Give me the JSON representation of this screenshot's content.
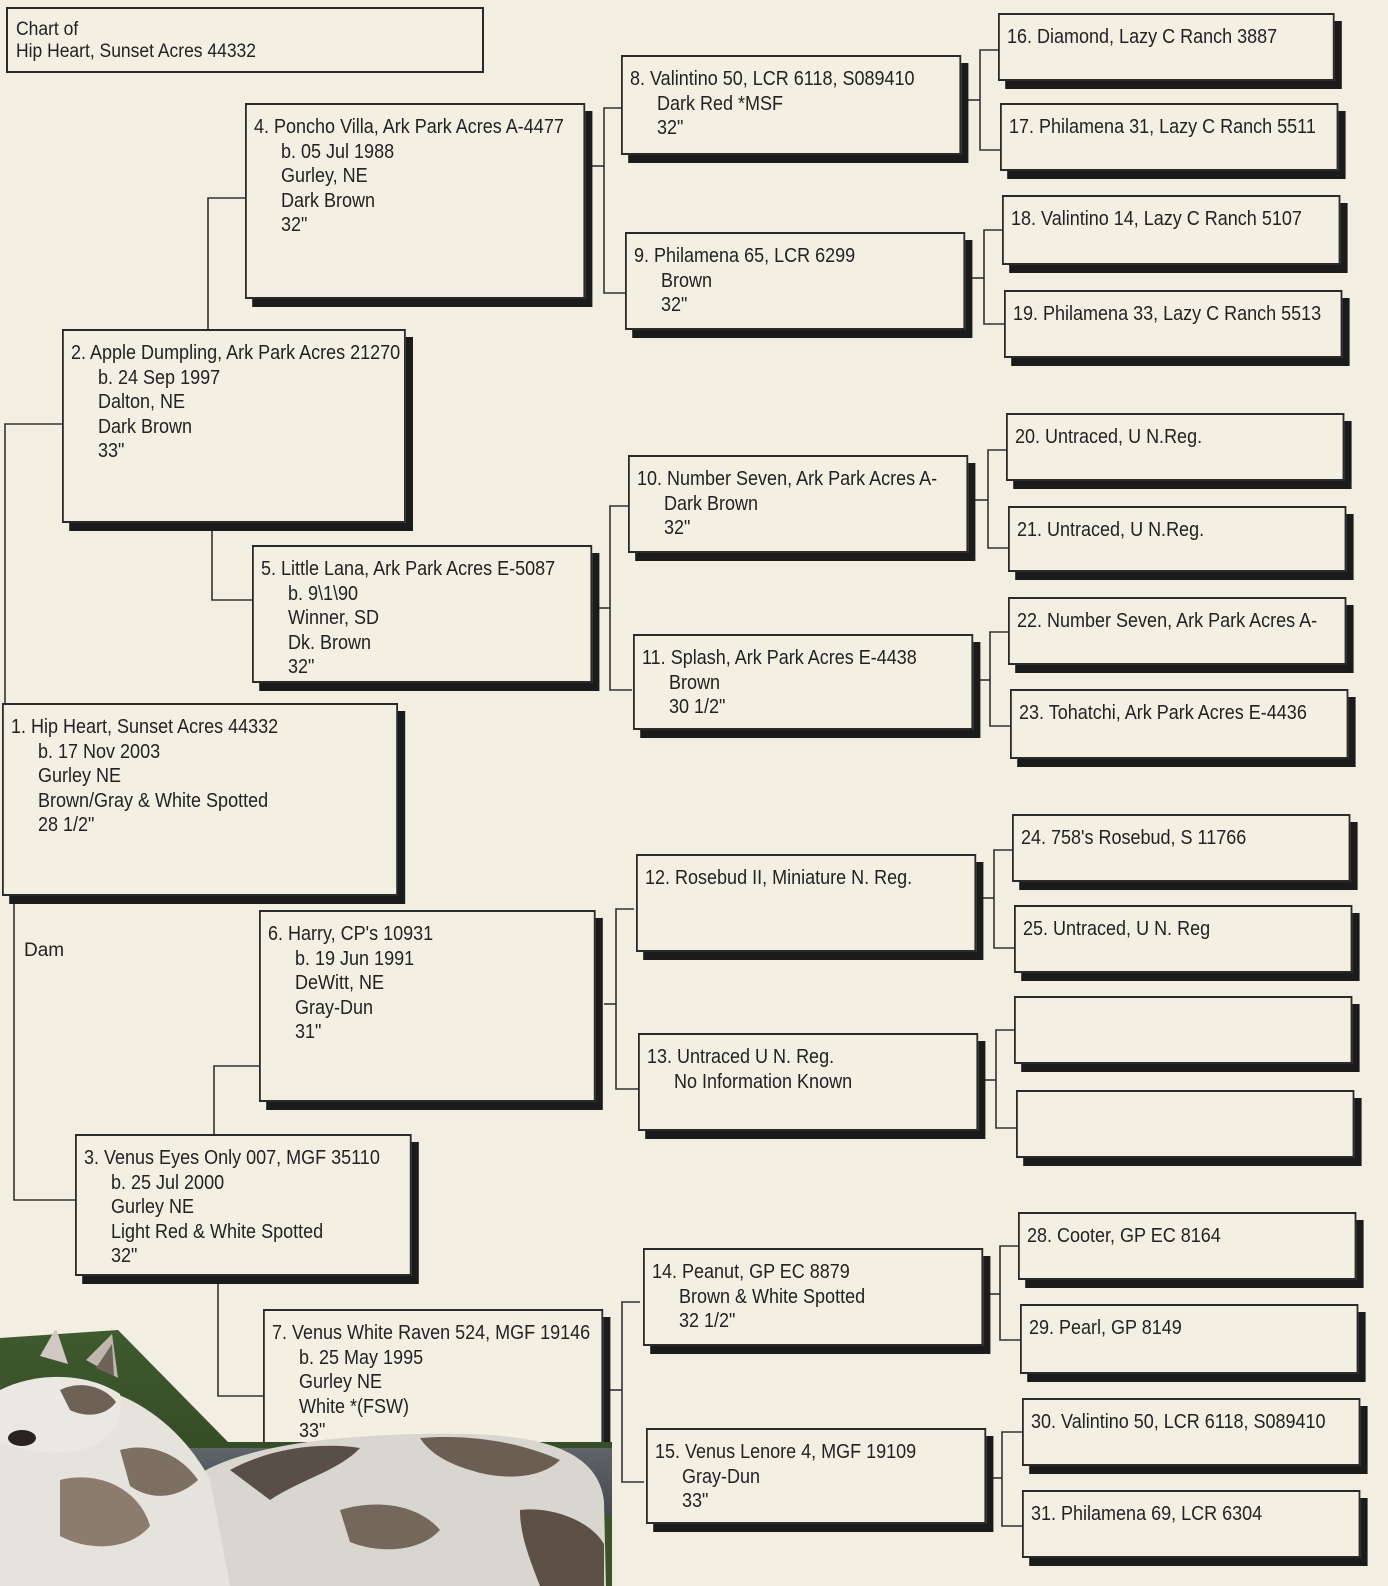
{
  "chart_title": {
    "line1": "Chart of",
    "line2": "Hip Heart, Sunset Acres 44332"
  },
  "dam_label": "Dam",
  "entries": [
    {
      "id": "e1",
      "lines": [
        "1. Hip Heart, Sunset Acres 44332",
        "b. 17 Nov 2003",
        "Gurley NE",
        "Brown/Gray & White Spotted",
        "28 1/2\""
      ]
    },
    {
      "id": "e2",
      "lines": [
        "2. Apple Dumpling, Ark Park Acres 21270",
        "b. 24 Sep 1997",
        "Dalton, NE",
        "Dark Brown",
        "33\""
      ]
    },
    {
      "id": "e3",
      "lines": [
        "3. Venus Eyes Only 007, MGF 35110",
        "b. 25 Jul 2000",
        "Gurley NE",
        "Light Red & White Spotted",
        "32\""
      ]
    },
    {
      "id": "e4",
      "lines": [
        "4. Poncho Villa, Ark Park Acres A-4477",
        "b. 05 Jul 1988",
        "Gurley, NE",
        "Dark Brown",
        "32\""
      ]
    },
    {
      "id": "e5",
      "lines": [
        "5. Little Lana, Ark Park Acres E-5087",
        "b. 9\\1\\90",
        "Winner, SD",
        "Dk. Brown",
        "32\""
      ]
    },
    {
      "id": "e6",
      "lines": [
        "6. Harry, CP's 10931",
        "b. 19 Jun 1991",
        "DeWitt, NE",
        "Gray-Dun",
        "31\""
      ]
    },
    {
      "id": "e7",
      "lines": [
        "7. Venus White Raven 524, MGF 19146",
        "b. 25 May 1995",
        "Gurley NE",
        "White *(FSW)",
        "33\""
      ]
    },
    {
      "id": "e8",
      "lines": [
        "8. Valintino 50, LCR 6118, S089410",
        "Dark Red *MSF",
        "32\""
      ]
    },
    {
      "id": "e9",
      "lines": [
        "9. Philamena 65, LCR 6299",
        "Brown",
        "32\""
      ]
    },
    {
      "id": "e10",
      "lines": [
        "10. Number Seven, Ark Park Acres A-",
        "Dark Brown",
        "32\""
      ]
    },
    {
      "id": "e11",
      "lines": [
        "11. Splash, Ark Park Acres E-4438",
        "Brown",
        "30 1/2\""
      ]
    },
    {
      "id": "e12",
      "lines": [
        "12. Rosebud II, Miniature N. Reg."
      ]
    },
    {
      "id": "e13",
      "lines": [
        "13. Untraced U N. Reg.",
        "No Information Known"
      ]
    },
    {
      "id": "e14",
      "lines": [
        "14. Peanut, GP EC 8879",
        "Brown & White Spotted",
        "32 1/2\""
      ]
    },
    {
      "id": "e15",
      "lines": [
        "15. Venus Lenore 4, MGF 19109",
        "Gray-Dun",
        "33\""
      ]
    },
    {
      "id": "e16",
      "lines": [
        "16. Diamond, Lazy C Ranch 3887"
      ]
    },
    {
      "id": "e17",
      "lines": [
        "17. Philamena 31, Lazy C Ranch 5511"
      ]
    },
    {
      "id": "e18",
      "lines": [
        "18. Valintino 14, Lazy C Ranch 5107"
      ]
    },
    {
      "id": "e19",
      "lines": [
        "19. Philamena 33, Lazy C Ranch 5513"
      ]
    },
    {
      "id": "e20",
      "lines": [
        "20. Untraced, U N.Reg."
      ]
    },
    {
      "id": "e21",
      "lines": [
        "21. Untraced, U N.Reg."
      ]
    },
    {
      "id": "e22",
      "lines": [
        "22. Number Seven, Ark Park Acres A-"
      ]
    },
    {
      "id": "e23",
      "lines": [
        "23. Tohatchi, Ark Park Acres E-4436"
      ]
    },
    {
      "id": "e24",
      "lines": [
        "24. 758's Rosebud, S 11766"
      ]
    },
    {
      "id": "e25",
      "lines": [
        "25. Untraced, U N. Reg"
      ]
    },
    {
      "id": "e26",
      "lines": []
    },
    {
      "id": "e27",
      "lines": []
    },
    {
      "id": "e28",
      "lines": [
        "28. Cooter, GP EC 8164"
      ]
    },
    {
      "id": "e29",
      "lines": [
        "29. Pearl, GP 8149"
      ]
    },
    {
      "id": "e30",
      "lines": [
        "30. Valintino 50, LCR 6118, S089410"
      ]
    },
    {
      "id": "e31",
      "lines": [
        "31. Philamena 69, LCR 6304"
      ]
    }
  ]
}
